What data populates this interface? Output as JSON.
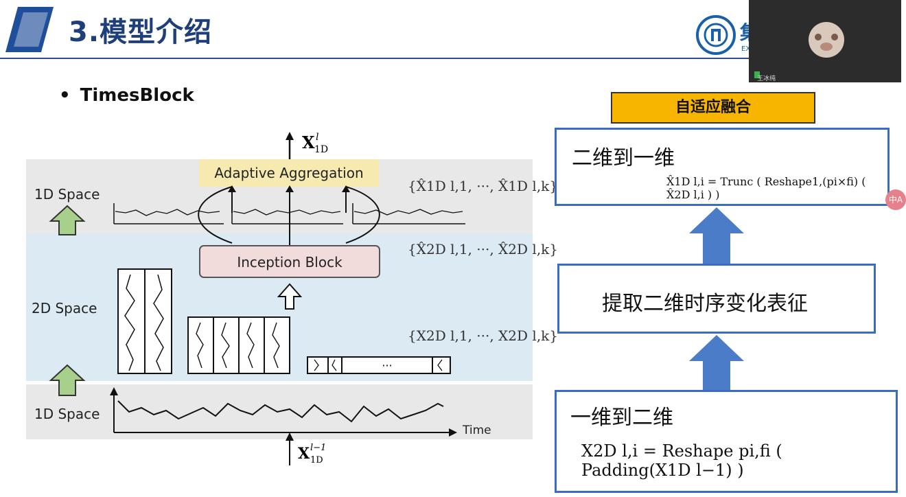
{
  "slide": {
    "title": "3.模型介绍"
  },
  "logo": {
    "text": "集",
    "subtitle": "EX"
  },
  "webcam": {
    "name": "王冰纯"
  },
  "bullet": {
    "text": "TimesBlock"
  },
  "diagram": {
    "output_label": "X",
    "output_sup": "l",
    "output_sub": "1D",
    "aggregation": "Adaptive Aggregation",
    "inception": "Inception Block",
    "space_1d_top": "1D Space",
    "space_2d": "2D Space",
    "space_1d_bottom": "1D Space",
    "set_1d_hat": "{X̂1D l,1, ···, X̂1D l,k}",
    "set_2d_hat": "{X̂2D l,1, ···, X̂2D l,k}",
    "set_2d": "{X2D l,1, ···, X2D l,k}",
    "time_label": "Time",
    "input_label": "X",
    "input_sup": "l−1",
    "input_sub": "1D",
    "dots": "···"
  },
  "flow": {
    "fusion": "自适应融合",
    "step1_title": "二维到一维",
    "step1_formula": "X̂1D l,i = Trunc ( Reshape1,(pi×fi) ( X̂2D l,i ) )",
    "step2_title": "提取二维时序变化表征",
    "step3_title": "一维到二维",
    "step3_formula": "X2D l,i = Reshape pi,fi ( Padding(X1D l−1) )"
  },
  "side_badge": "中A"
}
